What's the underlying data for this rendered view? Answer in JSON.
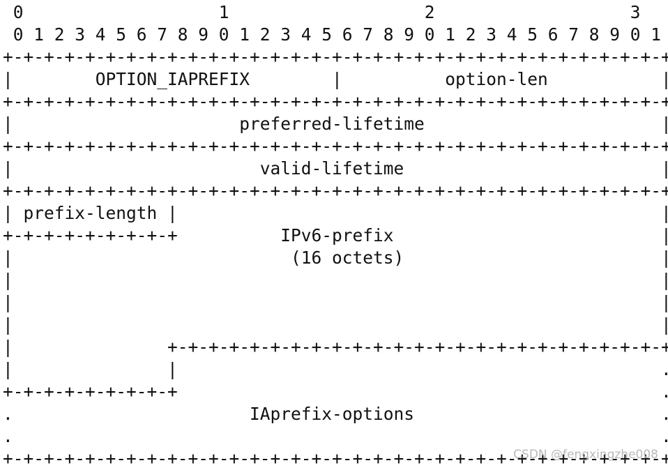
{
  "diagram": {
    "lines": [
      " 0                   1                   2                   3",
      " 0 1 2 3 4 5 6 7 8 9 0 1 2 3 4 5 6 7 8 9 0 1 2 3 4 5 6 7 8 9 0 1",
      "+-+-+-+-+-+-+-+-+-+-+-+-+-+-+-+-+-+-+-+-+-+-+-+-+-+-+-+-+-+-+-+-+",
      "|        OPTION_IAPREFIX        |          option-len           |",
      "+-+-+-+-+-+-+-+-+-+-+-+-+-+-+-+-+-+-+-+-+-+-+-+-+-+-+-+-+-+-+-+-+",
      "|                      preferred-lifetime                       |",
      "+-+-+-+-+-+-+-+-+-+-+-+-+-+-+-+-+-+-+-+-+-+-+-+-+-+-+-+-+-+-+-+-+",
      "|                        valid-lifetime                         |",
      "+-+-+-+-+-+-+-+-+-+-+-+-+-+-+-+-+-+-+-+-+-+-+-+-+-+-+-+-+-+-+-+-+",
      "| prefix-length |                                               |",
      "+-+-+-+-+-+-+-+-+          IPv6-prefix                          |",
      "|                           (16 octets)                         |",
      "|                                                               |",
      "|                                                               |",
      "|                                                               |",
      "|               +-+-+-+-+-+-+-+-+-+-+-+-+-+-+-+-+-+-+-+-+-+-+-+-+",
      "|               |                                               .",
      "+-+-+-+-+-+-+-+-+                                               .",
      ".                       IAprefix-options                        .",
      ".                                                               .",
      "+-+-+-+-+-+-+-+-+-+-+-+-+-+-+-+-+-+-+-+-+-+-+-+-+-+-+-+-+-+-+-+-+"
    ]
  },
  "watermark": "CSDN @fengxingzhe008"
}
